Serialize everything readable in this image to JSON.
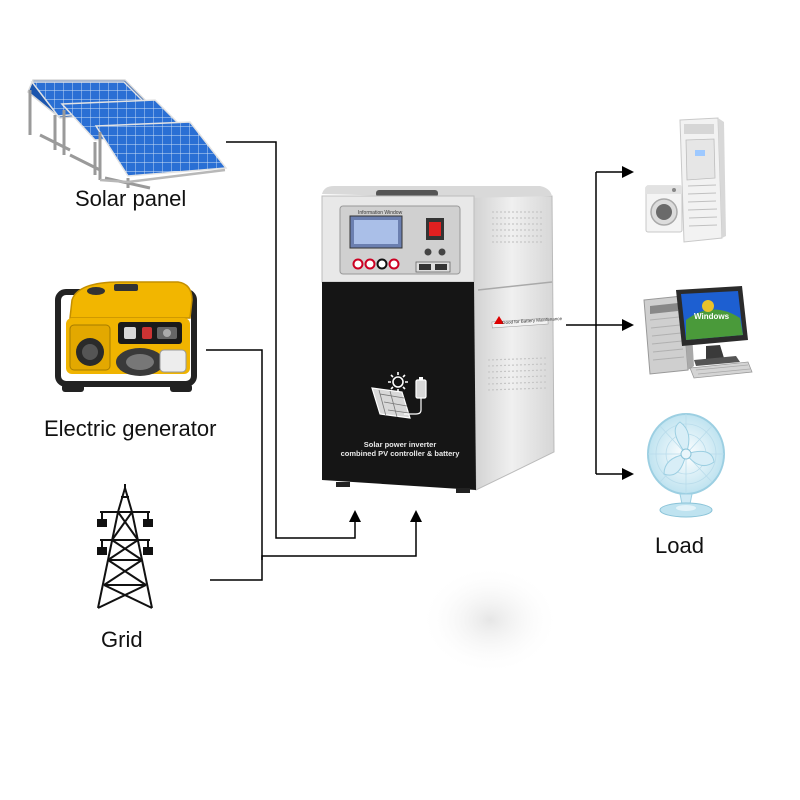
{
  "sources": {
    "solar": {
      "label": "Solar panel"
    },
    "generator": {
      "label": "Electric generator"
    },
    "grid": {
      "label": "Grid"
    }
  },
  "inverter": {
    "line1": "Solar power inverter",
    "line2": "combined PV controller & battery",
    "side_sticker": "Good for Battery Maintenance",
    "screen_caption": "Information Window"
  },
  "loads": {
    "label": "Load",
    "pc_screen_text": "Windows"
  },
  "colors": {
    "connector": "#000000",
    "inverter_body": "#151515",
    "inverter_case": "#e7e7e7",
    "panel_blue": "#1f64c8",
    "generator_yellow": "#f2b600"
  },
  "icons": [
    "solar-panels-icon",
    "generator-icon",
    "power-tower-icon",
    "inverter-icon",
    "air-conditioner-icon",
    "washing-machine-icon",
    "computer-icon",
    "fan-icon"
  ]
}
